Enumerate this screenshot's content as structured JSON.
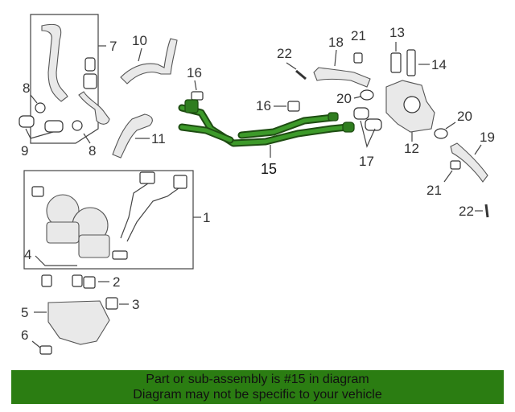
{
  "callouts": {
    "c1": "1",
    "c2": "2",
    "c3": "3",
    "c4": "4",
    "c5": "5",
    "c6": "6",
    "c7": "7",
    "c8a": "8",
    "c8b": "8",
    "c9": "9",
    "c10": "10",
    "c11": "11",
    "c12": "12",
    "c13": "13",
    "c14": "14",
    "c15": "15",
    "c16a": "16",
    "c16b": "16",
    "c17": "17",
    "c18": "18",
    "c19": "19",
    "c20a": "20",
    "c20b": "20",
    "c21a": "21",
    "c21b": "21",
    "c22a": "22",
    "c22b": "22"
  },
  "highlight": {
    "part_number": "15",
    "color": "#2f7d1f"
  },
  "banner": {
    "line1": "Part or sub-assembly is #15 in diagram",
    "line2": "Diagram may not be specific to your vehicle",
    "background": "#2b7d12"
  }
}
